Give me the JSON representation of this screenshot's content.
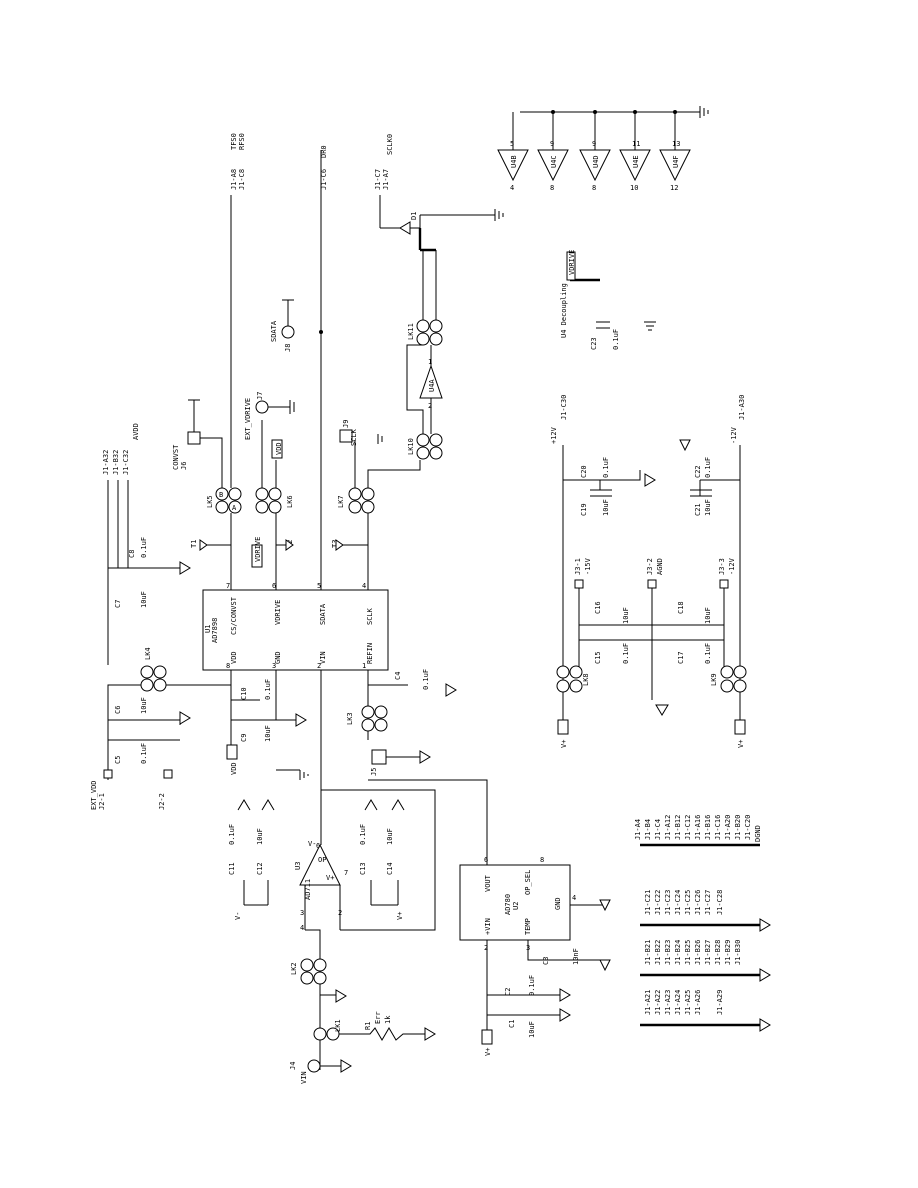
{
  "labels": {
    "u1_ref": "U1",
    "u1_part": "AD7898",
    "u1_pins": [
      "VDD",
      "CS/CONVST",
      "VDRIVE",
      "SDATA",
      "SCLK",
      "REFIN",
      "VIN",
      "GND"
    ],
    "u1_pin_nums": [
      "8",
      "7",
      "6",
      "5",
      "4",
      "1",
      "2",
      "3"
    ],
    "u2_ref": "U2",
    "u2_part": "AD780",
    "u2_pins": [
      "+VIN",
      "VOUT",
      "TEMP",
      "OP_SEL",
      "GND"
    ],
    "u2_pin_nums": [
      "2",
      "6",
      "3",
      "8",
      "4"
    ],
    "u3_ref": "U3",
    "u3_part": "AD711",
    "u3_pins": [
      "V-",
      "OP",
      "V+"
    ],
    "u3_pin_nums": [
      "3",
      "4",
      "6",
      "7",
      "2"
    ],
    "u4_part_a": "U4A",
    "u4_parts": [
      "U4B",
      "U4C",
      "U4D",
      "U4E",
      "U4F"
    ],
    "u4_in_pins": [
      "5",
      "9",
      "9",
      "11",
      "13"
    ],
    "u4_out_pins": [
      "4",
      "8",
      "8",
      "10",
      "12"
    ],
    "u4_a_pins": [
      "1",
      "2"
    ],
    "u4_decoupling": "U4 Decoupling",
    "vdrive": "VDRIVE",
    "c23": "C23",
    "c23_val": "0.1uF",
    "ext_vdd": "EXT_VDD",
    "j2_1": "J2-1",
    "j2_2": "J2-2",
    "c5": "C5",
    "c5_val": "0.1uF",
    "c6": "C6",
    "c6_val": "10uF",
    "c7": "C7",
    "c7_val": "10uF",
    "c8": "C8",
    "c8_val": "0.1uF",
    "lk4": "LK4",
    "avdd_conn": [
      "J1-A32",
      "J1-B32",
      "J1-C32"
    ],
    "avdd": "AVDD",
    "c9": "C9",
    "c9_val": "10uF",
    "c10": "C10",
    "c10_val": "0.1uF",
    "vdd": "VDD",
    "c4": "C4",
    "c4_val": "0.1uF",
    "lk3": "LK3",
    "j5": "J5",
    "t1": "T1",
    "t2": "T2",
    "t3": "T3",
    "lk5": "LK5",
    "lk6": "LK6",
    "lk7": "LK7",
    "lk8": "LK8",
    "lk9": "LK9",
    "lk10": "LK10",
    "lk11": "LK11",
    "lk1": "LK1",
    "lk2": "LK2",
    "conv_st": "CONVST",
    "j6": "J6",
    "j7": "J7",
    "j8": "J8",
    "j9": "J9",
    "ext_vdrive": "EXT_VDRIVE",
    "sdata": "SDATA",
    "sclk": "SCLK",
    "tfs": [
      "J1-A8",
      "J1-C8"
    ],
    "tfs_lbl": [
      "TFS0",
      "RFS0"
    ],
    "dr_conn": "J1-C6",
    "dr_lbl": "DR0",
    "sclk_conn": [
      "J1-C7",
      "J1-A7"
    ],
    "sclk_lbl": "SCLK0",
    "d1": "D1",
    "vin": "VIN",
    "j4": "J4",
    "r1": "R1",
    "r1_val": [
      "Err",
      "1k"
    ],
    "c11": "C11",
    "c11_val": "0.1uF",
    "c12": "C12",
    "c12_val": "10uF",
    "c13": "C13",
    "c13_val": "0.1uF",
    "c14": "C14",
    "c14_val": "10uF",
    "c1": "C1",
    "c1_val": "10uF",
    "c2": "C2",
    "c2_val": "0.1uF",
    "c3": "C3",
    "c3_val": "10nF",
    "vplus": "V+",
    "vminus": "V-",
    "j3_1": "J3-1",
    "j3_1_lbl": "-15V",
    "j3_2": "J3-2",
    "j3_2_lbl": "AGND",
    "j3_3": "J3-3",
    "j3_3_lbl": "-12V",
    "c15": "C15",
    "c15_val": "0.1uF",
    "c16": "C16",
    "c16_val": "10uF",
    "c17": "C17",
    "c17_val": "0.1uF",
    "c18": "C18",
    "c18_val": "10uF",
    "c19": "C19",
    "c19_val": "10uF",
    "c20": "C20",
    "c20_val": "0.1uF",
    "c21": "C21",
    "c21_val": "10uF",
    "c22": "C22",
    "c22_val": "0.1uF",
    "p12v": "+12V",
    "p12v_conn": "J1-C30",
    "m12v": "-12V",
    "m12v_conn": "J1-A30",
    "gnd_conn": [
      "J1-A4",
      "J1-B4",
      "J1-C4",
      "J1-A12",
      "J1-B12",
      "J1-C12",
      "J1-A16",
      "J1-B16",
      "J1-C16",
      "J1-A20",
      "J1-B20",
      "J1-C20"
    ],
    "dgnd": "DGND",
    "conn_mid_a": [
      "J1-C21",
      "J1-C22",
      "J1-C23",
      "J1-C24",
      "J1-C25",
      "J1-C26",
      "J1-C27"
    ],
    "conn_mid_b": "J1-C28",
    "conn_b": [
      "J1-B21",
      "J1-B22",
      "J1-B23",
      "J1-B24",
      "J1-B25",
      "J1-B26",
      "J1-B27",
      "J1-B28",
      "J1-B29",
      "J1-B30"
    ],
    "conn_a": [
      "J1-A21",
      "J1-A22",
      "J1-A23",
      "J1-A24",
      "J1-A25",
      "J1-A26"
    ],
    "conn_a_b": "J1-A29",
    "link_a": "A",
    "link_b": "B"
  }
}
